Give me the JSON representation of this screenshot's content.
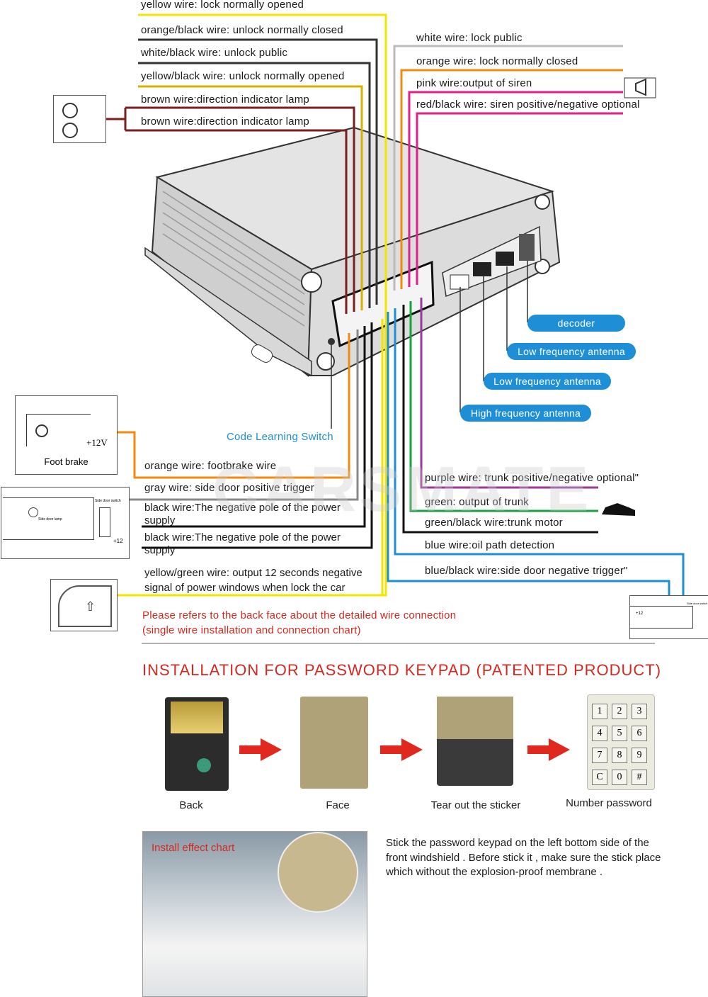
{
  "left_wires": [
    {
      "label": "yellow wire: lock normally opened",
      "color": "#f2e600"
    },
    {
      "label": "orange/black wire: unlock normally closed",
      "color": "#e07a10"
    },
    {
      "label": "white/black wire: unlock public",
      "color": "#222222"
    },
    {
      "label": "yellow/black wire: unlock normally opened",
      "color": "#d8b000"
    },
    {
      "label": "brown wire:direction indicator lamp",
      "color": "#7a1f1f"
    },
    {
      "label": "brown wire:direction indicator lamp",
      "color": "#7a1f1f"
    }
  ],
  "right_wires": [
    {
      "label": "white wire: lock public",
      "color": "#bbbbbb"
    },
    {
      "label": "orange wire: lock normally closed",
      "color": "#f08a10"
    },
    {
      "label": "pink wire:output of siren",
      "color": "#e0208a"
    },
    {
      "label": "red/black wire: siren positive/negative optional",
      "color": "#e0208a"
    }
  ],
  "ports": [
    "decoder",
    "Low frequency antenna",
    "Low frequency antenna",
    "High frequency antenna"
  ],
  "code_switch": "Code Learning Switch",
  "foot_brake": {
    "label": "Foot brake",
    "voltage": "+12V"
  },
  "side_door": {
    "switch": "Side door switch",
    "lamp": "Side door lamp",
    "voltage": "+12"
  },
  "bottom_left_wires": [
    {
      "label": "orange wire: footbrake wire",
      "color": "#f08a10"
    },
    {
      "label": "gray wire: side door positive trigger",
      "color": "#888888"
    },
    {
      "label": "black wire:The negative pole of the power supply",
      "color": "#111111"
    },
    {
      "label": "black wire:The negative pole of the power supply",
      "color": "#111111"
    },
    {
      "label": "yellow/green wire: output 12 seconds negative signal of power windows when lock the car",
      "color": "#f2e600"
    }
  ],
  "bottom_right_wires": [
    {
      "label": "purple wire: trunk positive/negative optional\"",
      "color": "#9a3a9a"
    },
    {
      "label": "green: output of trunk",
      "color": "#1aa040"
    },
    {
      "label": "green/black wire:trunk motor",
      "color": "#111111"
    },
    {
      "label": "blue wire:oil path detection",
      "color": "#1e8fd6"
    },
    {
      "label": "blue/black wire:side door negative trigger\"",
      "color": "#1e8fd6"
    }
  ],
  "note": [
    "Please refers to the back face about the detailed wire connection",
    "(single wire installation and connection chart)"
  ],
  "watermark": "CARSMATE",
  "keypad": {
    "title": "INSTALLATION FOR PASSWORD KEYPAD (PATENTED PRODUCT)",
    "steps": [
      "Back",
      "Face",
      "Tear out the sticker",
      "Number password"
    ],
    "keys": [
      "1",
      "2",
      "3",
      "4",
      "5",
      "6",
      "7",
      "8",
      "9",
      "C",
      "0",
      "#"
    ],
    "photo_label": "Install effect chart",
    "description": "Stick the password keypad on the left bottom side of the front windshield . Before stick it , make sure the stick place which without the explosion-proof membrane ."
  }
}
